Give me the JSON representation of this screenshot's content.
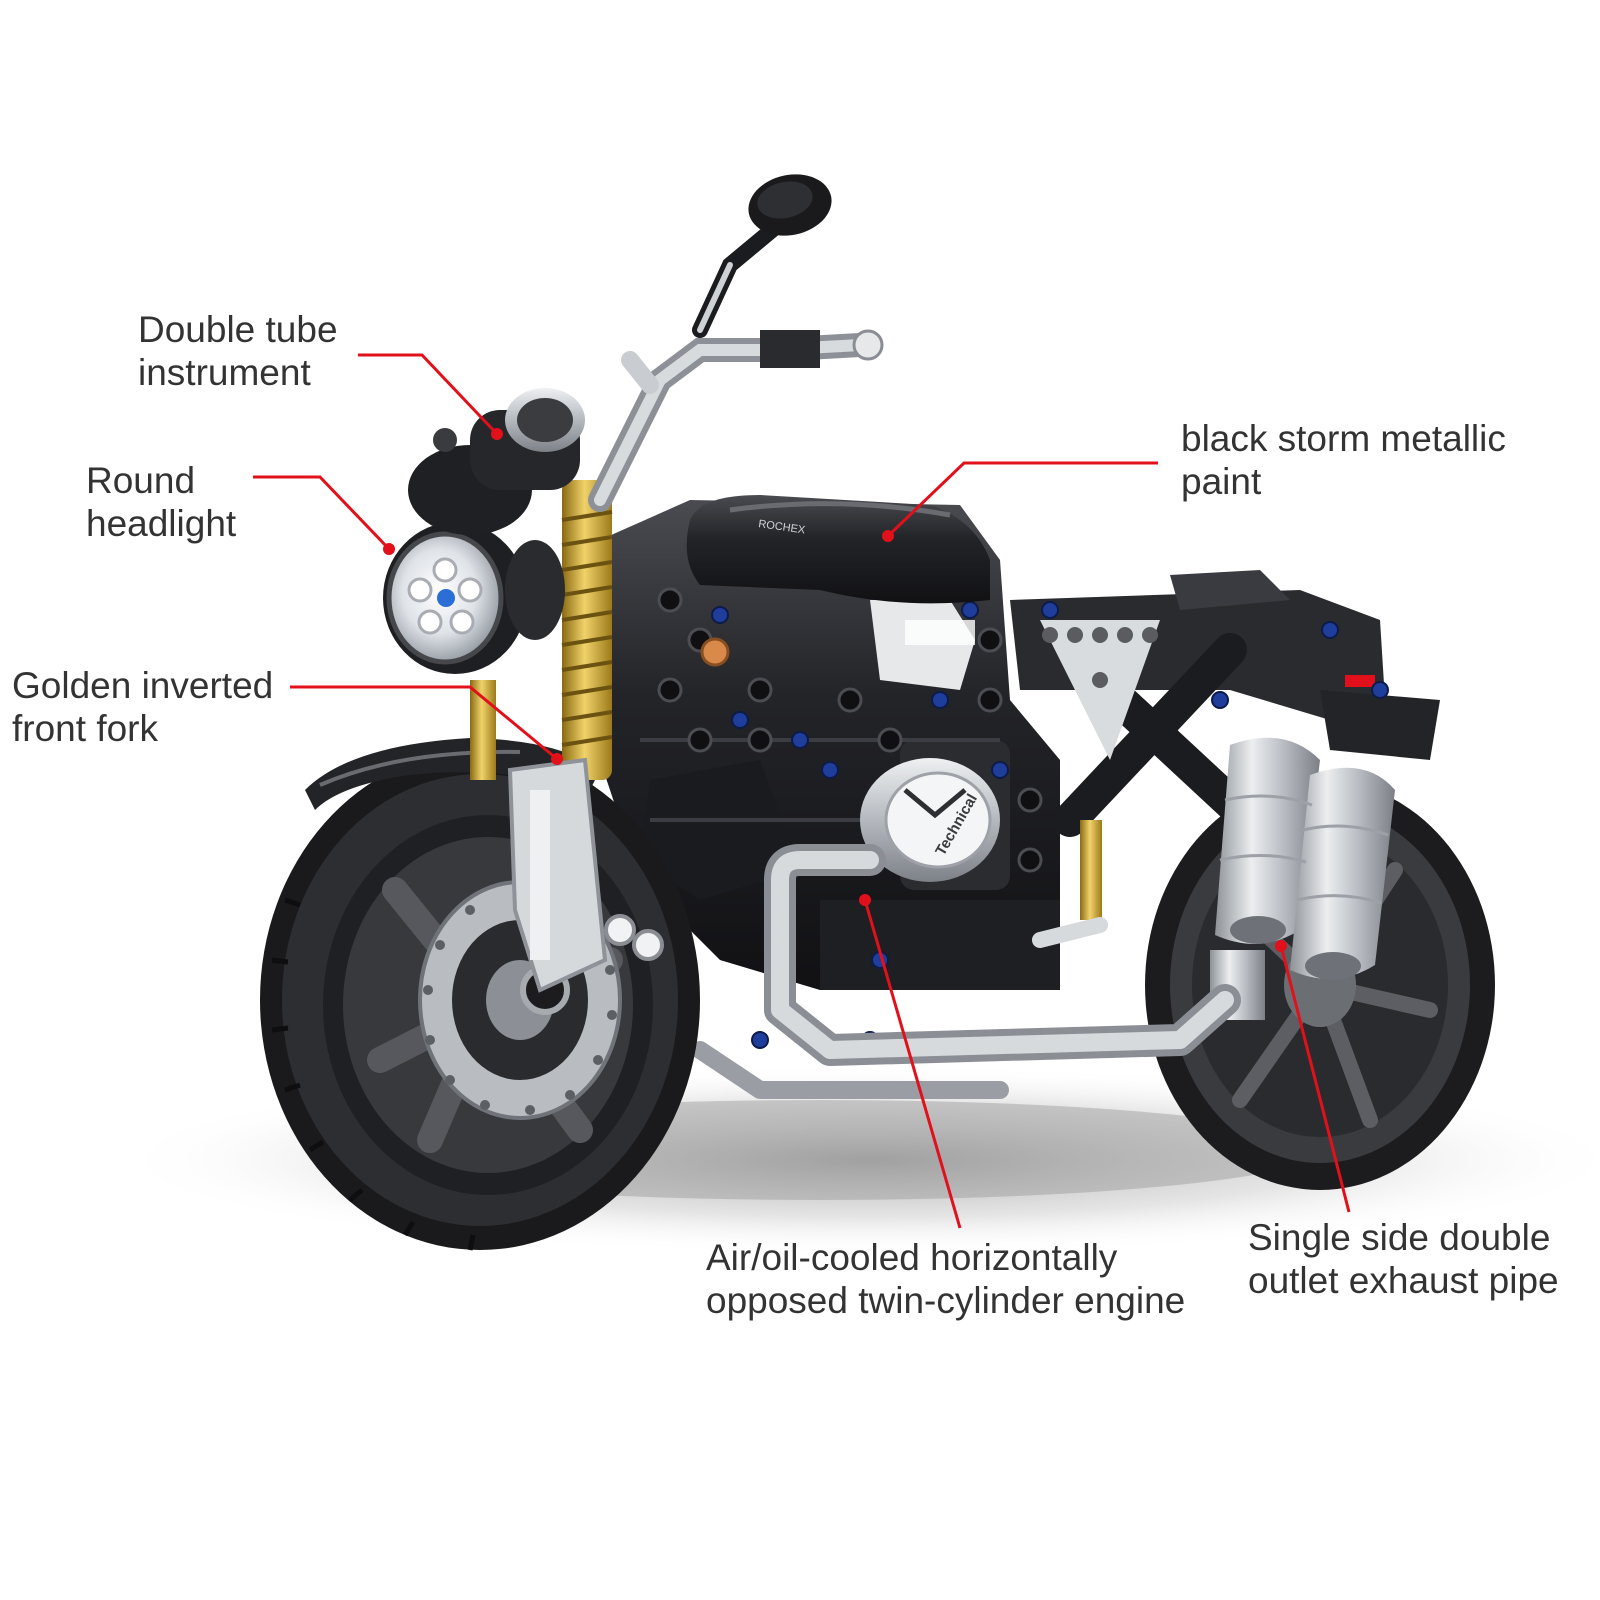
{
  "callouts": {
    "instrument": {
      "line1": "Double tube",
      "line2": "instrument"
    },
    "headlight": {
      "line1": "Round",
      "line2": "headlight"
    },
    "fork": {
      "line1": "Golden inverted",
      "line2": "front fork"
    },
    "paint": {
      "line1": "black storm metallic",
      "line2": "paint"
    },
    "engine": {
      "line1": "Air/oil-cooled horizontally",
      "line2": "opposed twin-cylinder engine"
    },
    "exhaust": {
      "line1": "Single side double",
      "line2": "outlet exhaust pipe"
    }
  },
  "product_badges": {
    "tank_emblem": "ROCHEX",
    "engine_cover": "Technical"
  },
  "colors": {
    "callout_line": "#e2101a",
    "callout_text": "#333333",
    "paint": "#1e1e20",
    "fork_gold": "#c9a227",
    "chrome": "#c4c7cc",
    "pin_blue": "#1f3d9a"
  }
}
